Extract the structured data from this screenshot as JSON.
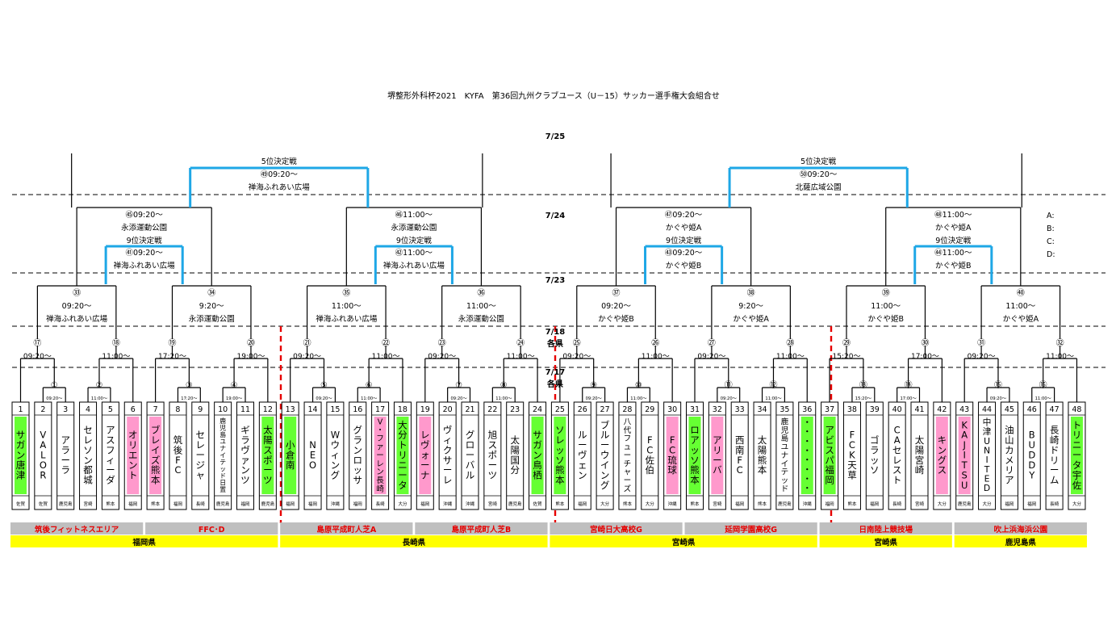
{
  "title": "堺整形外科杯2021　KYFA　第36回九州クラブユース（U－15）サッカー選手権大会組合せ",
  "dates": {
    "d725": "7/25",
    "d724": "7/24",
    "d723": "7/23",
    "d718": "7/18",
    "d717": "7/17",
    "kakuken": "各県"
  },
  "side_labels": [
    "A:",
    "B:",
    "C:",
    "D:"
  ],
  "colors": {
    "green": "#66ff33",
    "pink": "#ff99cc",
    "blue": "#1ea7e6",
    "gray": "#bfbfbf",
    "yellow": "#ffff00",
    "red": "#e60000"
  },
  "teams": [
    {
      "no": "1",
      "name": "サガン唐津",
      "pref": "佐賀",
      "color": "green"
    },
    {
      "no": "2",
      "name": "VALOR",
      "pref": "佐賀",
      "color": "white"
    },
    {
      "no": "3",
      "name": "アラーラ",
      "pref": "鹿児島",
      "color": "white"
    },
    {
      "no": "4",
      "name": "セレソン都城",
      "pref": "宮崎",
      "color": "white"
    },
    {
      "no": "5",
      "name": "アスフィーダ",
      "pref": "熊本",
      "color": "white"
    },
    {
      "no": "6",
      "name": "オリエント",
      "pref": "福岡",
      "color": "pink"
    },
    {
      "no": "7",
      "name": "ブレイズ熊本",
      "pref": "熊本",
      "color": "pink"
    },
    {
      "no": "8",
      "name": "筑後FC",
      "pref": "福岡",
      "color": "white"
    },
    {
      "no": "9",
      "name": "セレージャ",
      "pref": "長崎",
      "color": "white"
    },
    {
      "no": "10",
      "name": "鹿児島ユナイテッド日置",
      "pref": "鹿児島",
      "color": "white"
    },
    {
      "no": "11",
      "name": "ギラヴァンツ",
      "pref": "福岡",
      "color": "white"
    },
    {
      "no": "12",
      "name": "太陽スポーツ",
      "pref": "鹿児島",
      "color": "green"
    },
    {
      "no": "13",
      "name": "小倉南",
      "pref": "福岡",
      "color": "green"
    },
    {
      "no": "14",
      "name": "NEO",
      "pref": "福岡",
      "color": "white"
    },
    {
      "no": "15",
      "name": "Wウィング",
      "pref": "沖縄",
      "color": "white"
    },
    {
      "no": "16",
      "name": "グランロッサ",
      "pref": "福岡",
      "color": "white"
    },
    {
      "no": "17",
      "name": "V・ファーレン長崎",
      "pref": "長崎",
      "color": "pink"
    },
    {
      "no": "18",
      "name": "大分トリニータ",
      "pref": "大分",
      "color": "green"
    },
    {
      "no": "19",
      "name": "レヴォーナ",
      "pref": "福岡",
      "color": "pink"
    },
    {
      "no": "20",
      "name": "ヴィクサーレ",
      "pref": "沖縄",
      "color": "white"
    },
    {
      "no": "21",
      "name": "グローバル",
      "pref": "沖縄",
      "color": "white"
    },
    {
      "no": "22",
      "name": "旭スポーツ",
      "pref": "宮崎",
      "color": "white"
    },
    {
      "no": "23",
      "name": "太陽国分",
      "pref": "鹿児島",
      "color": "white"
    },
    {
      "no": "24",
      "name": "サガン鳥栖",
      "pref": "佐賀",
      "color": "green"
    },
    {
      "no": "25",
      "name": "ソレッソ熊本",
      "pref": "熊本",
      "color": "green"
    },
    {
      "no": "26",
      "name": "ルーヴェン",
      "pref": "福岡",
      "color": "white"
    },
    {
      "no": "27",
      "name": "ブルーウイング",
      "pref": "大分",
      "color": "white"
    },
    {
      "no": "28",
      "name": "八代フューチャーズ",
      "pref": "熊本",
      "color": "white"
    },
    {
      "no": "29",
      "name": "FC佐伯",
      "pref": "大分",
      "color": "white"
    },
    {
      "no": "30",
      "name": "FC琉球",
      "pref": "沖縄",
      "color": "pink"
    },
    {
      "no": "31",
      "name": "ロアッソ熊本",
      "pref": "熊本",
      "color": "green"
    },
    {
      "no": "32",
      "name": "アリーバ",
      "pref": "宮崎",
      "color": "pink"
    },
    {
      "no": "33",
      "name": "西南FC",
      "pref": "福岡",
      "color": "white"
    },
    {
      "no": "34",
      "name": "太陽熊本",
      "pref": "熊本",
      "color": "white"
    },
    {
      "no": "35",
      "name": "鹿児島ユナイテッド",
      "pref": "鹿児島",
      "color": "white"
    },
    {
      "no": "36",
      "name": "・・・・・・・・",
      "pref": "沖縄",
      "color": "green"
    },
    {
      "no": "37",
      "name": "アビスパ福岡",
      "pref": "福岡",
      "color": "green"
    },
    {
      "no": "38",
      "name": "FCK天草",
      "pref": "熊本",
      "color": "white"
    },
    {
      "no": "39",
      "name": "ゴラッソ",
      "pref": "福岡",
      "color": "white"
    },
    {
      "no": "40",
      "name": "CAセレスト",
      "pref": "長崎",
      "color": "white"
    },
    {
      "no": "41",
      "name": "太陽宮崎",
      "pref": "宮崎",
      "color": "white"
    },
    {
      "no": "42",
      "name": "キングス",
      "pref": "大分",
      "color": "pink"
    },
    {
      "no": "43",
      "name": "KAJITSU",
      "pref": "鹿児島",
      "color": "pink"
    },
    {
      "no": "44",
      "name": "中津UNITED",
      "pref": "大分",
      "color": "white"
    },
    {
      "no": "45",
      "name": "油山カメリア",
      "pref": "福岡",
      "color": "white"
    },
    {
      "no": "46",
      "name": "BUDDY",
      "pref": "福岡",
      "color": "white"
    },
    {
      "no": "47",
      "name": "長崎ドリーム",
      "pref": "長崎",
      "color": "white"
    },
    {
      "no": "48",
      "name": "トリニータ宇佐",
      "pref": "大分",
      "color": "green"
    }
  ],
  "r0": [
    {
      "id": "①",
      "time": "09:20～",
      "l": 1,
      "r": 2
    },
    {
      "id": "②",
      "time": "11:00～",
      "l": 3,
      "r": 4
    },
    {
      "id": "③",
      "time": "17:20～",
      "l": 7,
      "r": 8
    },
    {
      "id": "④",
      "time": "19:00～",
      "l": 9,
      "r": 10
    },
    {
      "id": "⑤",
      "time": "09:20～",
      "l": 13,
      "r": 14
    },
    {
      "id": "⑥",
      "time": "11:00～",
      "l": 15,
      "r": 16
    },
    {
      "id": "⑦",
      "time": "09:20～",
      "l": 19,
      "r": 20
    },
    {
      "id": "⑧",
      "time": "11:00～",
      "l": 21,
      "r": 22
    },
    {
      "id": "⑨",
      "time": "09:20～",
      "l": 25,
      "r": 26
    },
    {
      "id": "⑩",
      "time": "11:00～",
      "l": 27,
      "r": 28
    },
    {
      "id": "⑪",
      "time": "09:20～",
      "l": 31,
      "r": 32
    },
    {
      "id": "⑫",
      "time": "11:00～",
      "l": 33,
      "r": 34
    },
    {
      "id": "⑬",
      "time": "15:20～",
      "l": 37,
      "r": 38
    },
    {
      "id": "⑭",
      "time": "17:00～",
      "l": 39,
      "r": 40
    },
    {
      "id": "⑮",
      "time": "09:20～",
      "l": 43,
      "r": 44
    },
    {
      "id": "⑯",
      "time": "11:00～",
      "l": 45,
      "r": 46
    }
  ],
  "r1": [
    {
      "id": "⑰",
      "time": "09:20～",
      "a": 0,
      "b": 0
    },
    {
      "id": "⑱",
      "time": "11:00～",
      "a": 1,
      "b": 5
    },
    {
      "id": "⑲",
      "time": "17:20～",
      "a": 6,
      "b": 2
    },
    {
      "id": "⑳",
      "time": "19:00～",
      "a": 3,
      "b": 11
    },
    {
      "id": "㉑",
      "time": "09:20～",
      "a": 12,
      "b": 4
    },
    {
      "id": "㉒",
      "time": "11:00～",
      "a": 5,
      "b": 17
    },
    {
      "id": "㉓",
      "time": "09:20～",
      "a": 18,
      "b": 6
    },
    {
      "id": "㉔",
      "time": "11:00～",
      "a": 7,
      "b": 23
    },
    {
      "id": "㉕",
      "time": "09:20～",
      "a": 24,
      "b": 8
    },
    {
      "id": "㉖",
      "time": "11:00～",
      "a": 9,
      "b": 29
    },
    {
      "id": "㉗",
      "time": "09:20～",
      "a": 30,
      "b": 10
    },
    {
      "id": "㉘",
      "time": "11:00～",
      "a": 11,
      "b": 35
    },
    {
      "id": "㉙",
      "time": "15:20～",
      "a": 36,
      "b": 12
    },
    {
      "id": "㉚",
      "time": "17:00～",
      "a": 13,
      "b": 41
    },
    {
      "id": "㉛",
      "time": "09:20～",
      "a": 42,
      "b": 14
    },
    {
      "id": "㉜",
      "time": "11:00～",
      "a": 15,
      "b": 47
    }
  ],
  "r2": [
    {
      "id": "㉝",
      "time": "09:20～",
      "venue": "禅海ふれあい広場"
    },
    {
      "id": "㉞",
      "time": "9:20～",
      "venue": "永添運動公園"
    },
    {
      "id": "㉟",
      "time": "11:00～",
      "venue": "禅海ふれあい広場"
    },
    {
      "id": "㊱",
      "time": "11:00～",
      "venue": "永添運動公園"
    },
    {
      "id": "㊲",
      "time": "09:20～",
      "venue": "かぐや姫B"
    },
    {
      "id": "㊳",
      "time": "9:20～",
      "venue": "かぐや姫A"
    },
    {
      "id": "㊴",
      "time": "11:00～",
      "venue": "かぐや姫B"
    },
    {
      "id": "㊵",
      "time": "11:00～",
      "venue": "かぐや姫A"
    }
  ],
  "r3": [
    {
      "label": "㊺09:20～",
      "venue": "永添運動公園",
      "ninth": "9位決定戦",
      "ninth_id": "㊶09:20～",
      "ninth_venue": "禅海ふれあい広場"
    },
    {
      "label": "㊻11:00～",
      "venue": "永添運動公園",
      "ninth": "9位決定戦",
      "ninth_id": "㊷11:00～",
      "ninth_venue": "禅海ふれあい広場"
    },
    {
      "label": "㊼09:20～",
      "venue": "かぐや姫A",
      "ninth": "9位決定戦",
      "ninth_id": "㊸09:20～",
      "ninth_venue": "かぐや姫B"
    },
    {
      "label": "㊽11:00～",
      "venue": "かぐや姫A",
      "ninth": "9位決定戦",
      "ninth_id": "㊹11:00～",
      "ninth_venue": "かぐや姫B"
    }
  ],
  "fifth": [
    {
      "title": "5位決定戦",
      "label": "㊾09:20～",
      "venue": "禅海ふれあい広場"
    },
    {
      "title": "5位決定戦",
      "label": "㊿09:20～",
      "venue": "北薩広域公園"
    }
  ],
  "venues_gray": [
    {
      "name": "筑後フィットネスエリア",
      "from": 1,
      "to": 6
    },
    {
      "name": "FFC･D",
      "from": 7,
      "to": 12
    },
    {
      "name": "島原平成町人芝A",
      "from": 13,
      "to": 18
    },
    {
      "name": "島原平成町人芝B",
      "from": 19,
      "to": 24
    },
    {
      "name": "宮崎日大高校G",
      "from": 25,
      "to": 30
    },
    {
      "name": "延岡学園高校G",
      "from": 31,
      "to": 36
    },
    {
      "name": "日南陸上競技場",
      "from": 37,
      "to": 42
    },
    {
      "name": "吹上浜海浜公園",
      "from": 43,
      "to": 48
    }
  ],
  "prefs_yellow": [
    {
      "name": "福岡県",
      "from": 1,
      "to": 12
    },
    {
      "name": "長崎県",
      "from": 13,
      "to": 24
    },
    {
      "name": "宮崎県",
      "from": 25,
      "to": 36
    },
    {
      "name": "宮崎県",
      "from": 37,
      "to": 42
    },
    {
      "name": "鹿児島県",
      "from": 43,
      "to": 48
    }
  ]
}
